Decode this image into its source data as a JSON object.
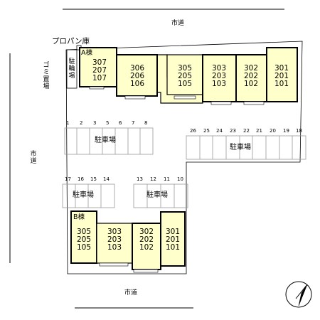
{
  "roads": {
    "north": "市道",
    "south": "市道",
    "west": [
      "市",
      "道"
    ]
  },
  "labels": {
    "propane": "プロパン庫",
    "garbage": [
      "ゴ",
      "ミ",
      "置",
      "場"
    ],
    "bicycle": [
      "駐",
      "輪",
      "場"
    ]
  },
  "building_a": {
    "name": "A棟",
    "units": [
      [
        "307",
        "207",
        "107"
      ],
      [
        "306",
        "206",
        "106"
      ],
      [
        "305",
        "205",
        "105"
      ],
      [
        "303",
        "203",
        "103"
      ],
      [
        "302",
        "202",
        "102"
      ],
      [
        "301",
        "201",
        "101"
      ]
    ]
  },
  "building_b": {
    "name": "B棟",
    "units": [
      [
        "305",
        "205",
        "105"
      ],
      [
        "303",
        "203",
        "103"
      ],
      [
        "302",
        "202",
        "102"
      ],
      [
        "301",
        "201",
        "101"
      ]
    ]
  },
  "parking": {
    "label": "駐車場",
    "lot_1_8": [
      "1",
      "2",
      "3",
      "5",
      "6",
      "7",
      "8"
    ],
    "lot_18_26": [
      "26",
      "25",
      "24",
      "23",
      "22",
      "21",
      "20",
      "19",
      "18"
    ],
    "lot_14_17": [
      "17",
      "16",
      "15",
      "14"
    ],
    "lot_10_13": [
      "13",
      "12",
      "11",
      "10"
    ]
  },
  "colors": {
    "building_fill": "#ffffcc",
    "line": "#000000",
    "lot_line": "#aaaaaa"
  }
}
